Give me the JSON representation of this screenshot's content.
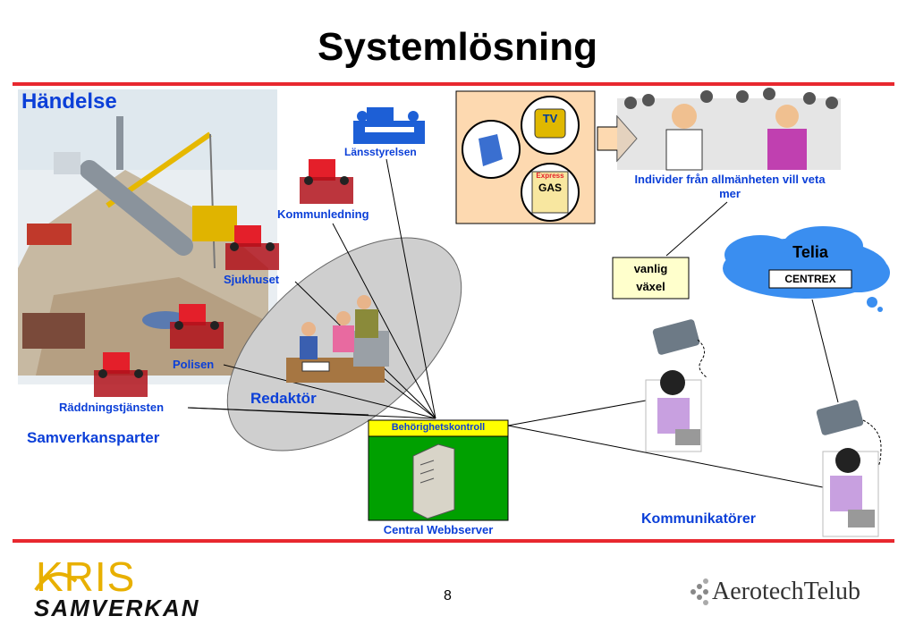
{
  "slide": {
    "title": "Systemlösning",
    "page_number": "8"
  },
  "labels": {
    "handelse": "Händelse",
    "lansstyrelsen": "Länsstyrelsen",
    "kommunledning": "Kommunledning",
    "sjukhuset": "Sjukhuset",
    "polisen": "Polisen",
    "raddningstjansten": "Räddningstjänsten",
    "samverkansparter": "Samverkansparter",
    "redaktor": "Redaktör",
    "behorighetskontroll": "Behörighetskontroll",
    "central_webbserver": "Central Webbserver",
    "individer": "Individer från allmänheten vill veta mer",
    "vanlig": "vanlig",
    "vaxel": "växel",
    "telia": "Telia",
    "centrex": "CENTREX",
    "kommunikatorer": "Kommunikatörer",
    "tv": "TV",
    "express": "Express",
    "gas": "GAS"
  },
  "logos": {
    "kris": "KRIS",
    "samverkan": "SAMVERKAN",
    "aerotech": "AerotechTelub"
  },
  "colors": {
    "accent_red": "#e8282f",
    "label_blue": "#0b3fd8",
    "server_green": "#00a000",
    "header_yellow": "#ffff00",
    "media_box": "#fdd9b0",
    "cloud_blue": "#3a8ef0"
  }
}
